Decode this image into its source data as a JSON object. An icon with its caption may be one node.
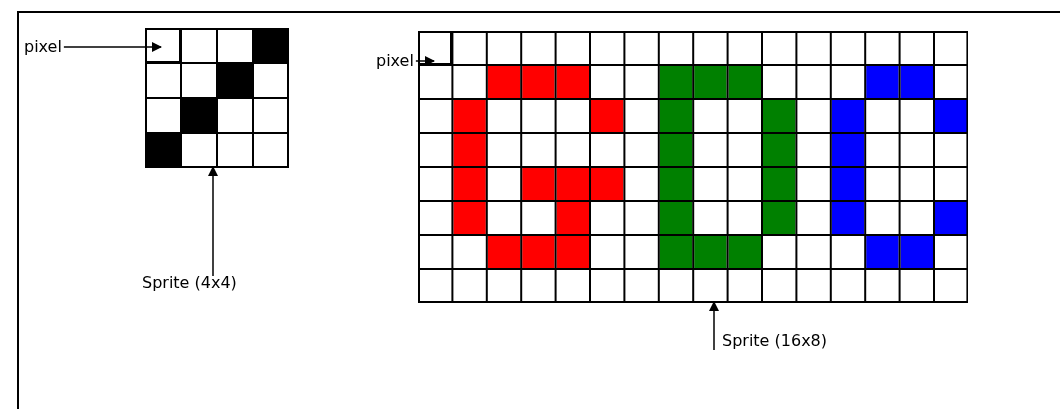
{
  "diagram": {
    "nodes": [
      {
        "text": [
          "pixel"
        ]
      },
      {
        "text": [],
        "shape": "grid"
      },
      {
        "text": [],
        "shape": "box",
        "in": 1
      },
      {
        "text": [
          "Sprite (4x4)"
        ]
      },
      {
        "text": [
          "pixel"
        ]
      },
      {
        "text": [],
        "shape": "grid"
      },
      {
        "text": [],
        "shape": "box",
        "in": 5
      },
      {
        "text": [
          "Sprite (16x8)"
        ]
      }
    ],
    "edges": [
      {
        "from": 0,
        "to": 2,
        "arrow": "to"
      },
      {
        "from": 3,
        "to": 1,
        "arrow": "to"
      },
      {
        "from": 4,
        "to": 6,
        "arrow": "to"
      },
      {
        "from": 7,
        "to": 5,
        "arrow": "to"
      }
    ]
  }
}
